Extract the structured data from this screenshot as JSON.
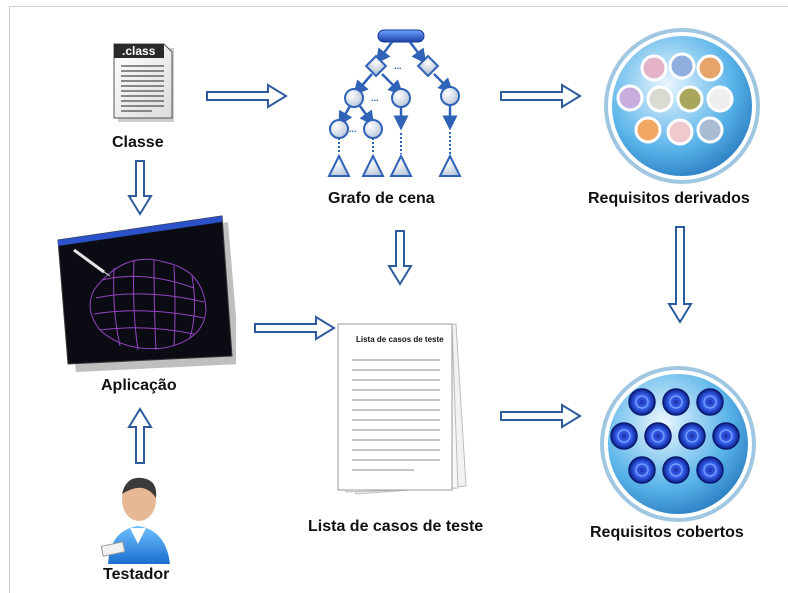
{
  "labels": {
    "classe": "Classe",
    "grafo": "Grafo de cena",
    "req_derivados": "Requisitos derivados",
    "aplicacao": "Aplicação",
    "lista": "Lista de casos de teste",
    "req_cobertos": "Requisitos cobertos",
    "testador": "Testador"
  },
  "class_doc_tag": ".class",
  "test_doc_title": "Lista de casos de teste",
  "colors": {
    "arrow_stroke": "#2d5b9b",
    "graph_blue": "#2f63b7",
    "disc_blue": "#1d3fbf",
    "app_screen": "#0b0b14",
    "mesh_purple": "#a24bd6"
  },
  "icons": {
    "class_file": "document-icon",
    "scene_graph": "tree-graph-icon",
    "derived_requirements": "palette-disc-icon",
    "application": "3d-app-screen-icon",
    "test_list": "document-stack-icon",
    "covered_requirements": "target-disc-icon",
    "tester": "person-icon"
  }
}
